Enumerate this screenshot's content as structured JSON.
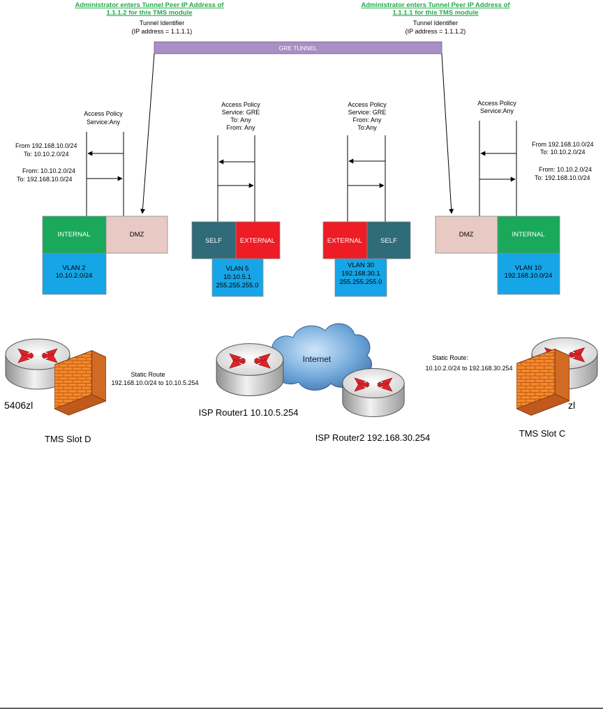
{
  "colors": {
    "internal": "#1aa85a",
    "dmz": "#e9c9c4",
    "vlan": "#16a5e6",
    "self": "#2f6b78",
    "external": "#ee1c24",
    "gre": "#a88fc4",
    "admin": "#22a84a",
    "brick": "#f58a2a"
  },
  "left_admin": {
    "line1": "Administrator enters Tunnel Peer IP Address of",
    "line2": "1.1.1.2 for this TMS module",
    "tunnel_id": "Tunnel Identifier",
    "tunnel_ip": "(IP address = 1.1.1.1)"
  },
  "right_admin": {
    "line1": "Administrator enters Tunnel Peer IP Address of",
    "line2": "1.1.1.1 for this TMS module",
    "tunnel_id": "Tunnel Identifier",
    "tunnel_ip": "(IP address = 1.1.1.2)"
  },
  "gre_tunnel": "GRE TUNNEL",
  "policy1": {
    "line1": "Access Policy",
    "line2": "Service:Any",
    "from1": "From 192.168.10.0/24",
    "to1": "To: 10.10.2.0/24",
    "from2": "From: 10.10.2.0/24",
    "to2": "To:  192.168.10.0/24"
  },
  "policy2": {
    "line1": "Access Policy",
    "line2": "Service: GRE",
    "line3": "To: Any",
    "line4": "From: Any"
  },
  "policy3": {
    "line1": "Access Policy",
    "line2": "Service: GRE",
    "line3": "From: Any",
    "line4": "To:Any"
  },
  "policy4": {
    "line1": "Access Policy",
    "line2": "Service:Any",
    "from1": "From 192.168.10.0/24",
    "to1": "To: 10.10.2.0/24",
    "from2": "From: 10.10.2.0/24",
    "to2": "To:  192.168.10.0/24"
  },
  "zones": {
    "internal_left": "INTERNAL",
    "dmz_left": "DMZ",
    "self_mid_left": "SELF",
    "external_mid_left": "EXTERNAL",
    "external_mid_right": "EXTERNAL",
    "self_mid_right": "SELF",
    "dmz_right": "DMZ",
    "internal_right": "INTERNAL"
  },
  "vlans": {
    "vlan2": {
      "name": "VLAN 2",
      "subnet": "10.10.2.0/24"
    },
    "vlan5": {
      "name": "VLAN 5",
      "ip": "10.10.5.1",
      "mask": "255.255.255.0"
    },
    "vlan30": {
      "name": "VLAN 30",
      "ip": "192.168.30.1",
      "mask": "255.255.255.0"
    },
    "vlan10": {
      "name": "VLAN 10",
      "subnet": "192.168.10.0/24"
    }
  },
  "bottom": {
    "switch_left": "5406zl",
    "tms_left": "TMS Slot D",
    "static_left_1": "Static Route",
    "static_left_2": "192.168.10.0/24 to 10.10.5.254",
    "internet": "Internet",
    "isp1": "ISP Router1 10.10.5.254",
    "isp2": "ISP Router2 192.168.30.254",
    "static_right_1": "Static Route:",
    "static_right_2": "10.10.2.0/24 to 192.168.30.254",
    "switch_right": "zl",
    "tms_right": "TMS Slot C"
  }
}
